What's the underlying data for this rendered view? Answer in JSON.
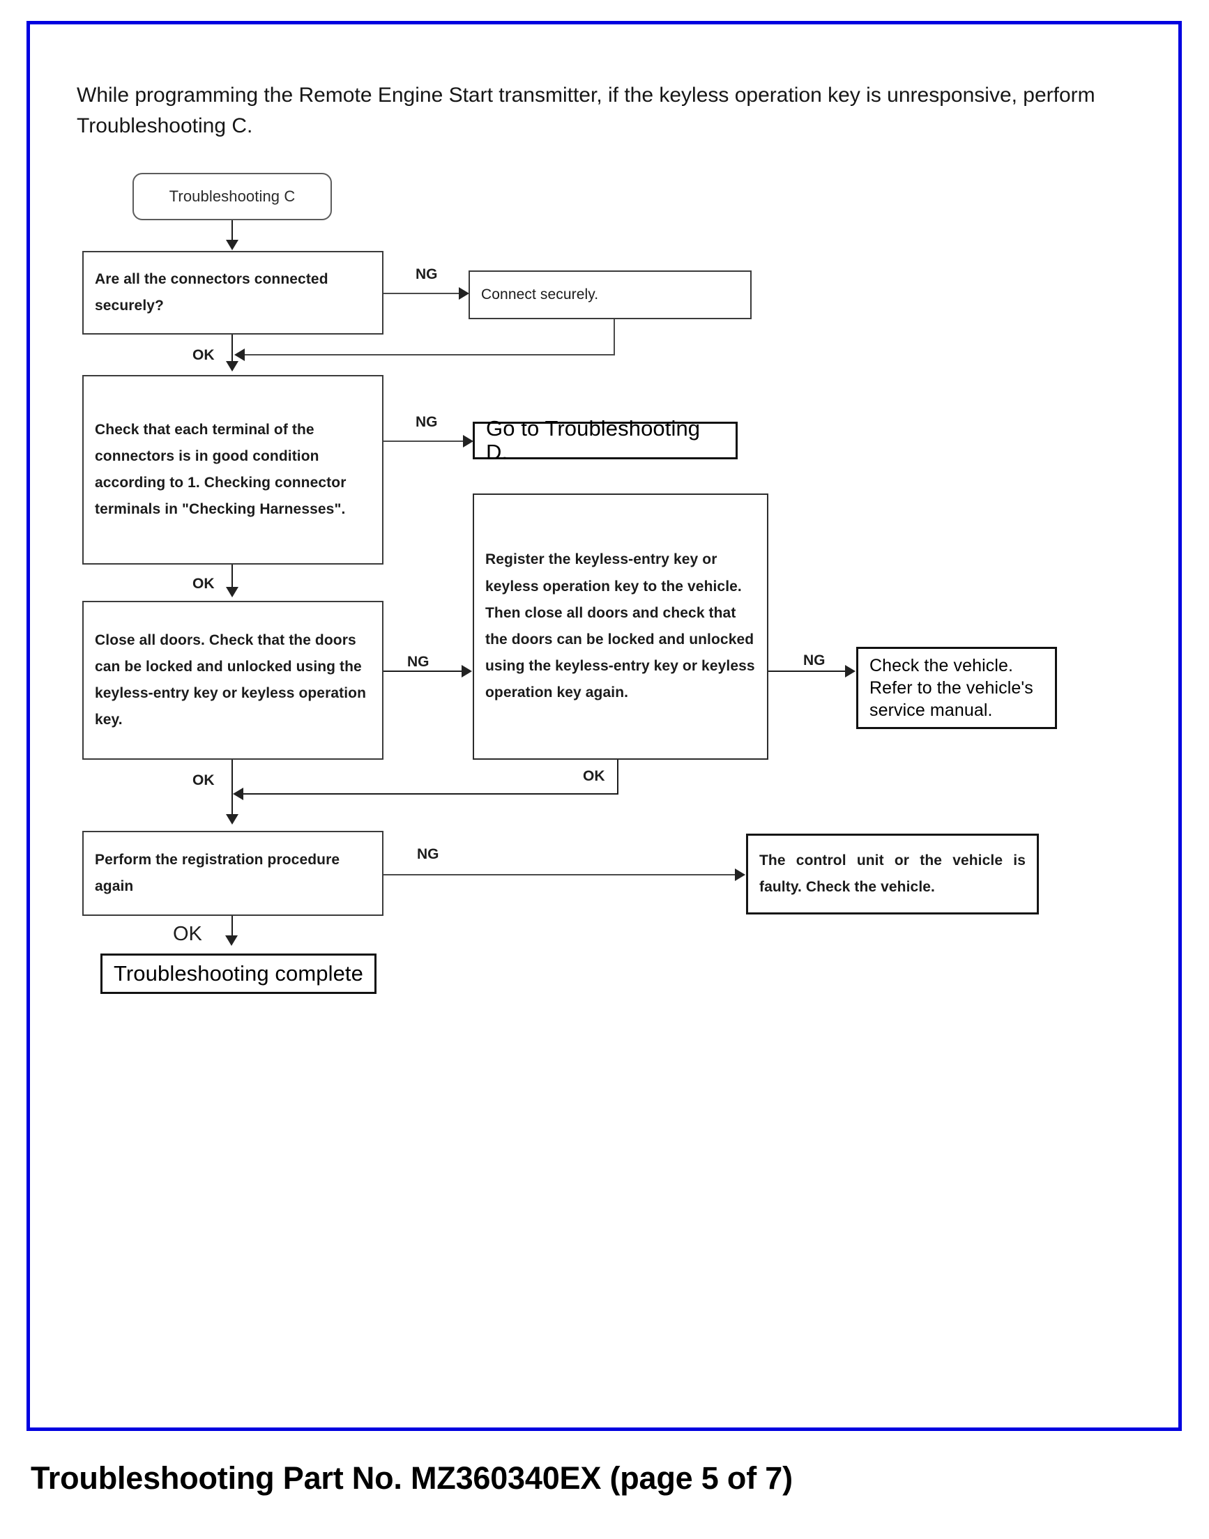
{
  "document": {
    "intro_text": "While programming the Remote Engine Start transmitter, if the keyless operation key is unresponsive, perform Troubleshooting C.",
    "footer_caption": "Troubleshooting Part No. MZ360340EX (page 5 of 7)",
    "frame_color": "#0000e0"
  },
  "flowchart": {
    "title": "Troubleshooting C",
    "nodes": {
      "start": "Troubleshooting C",
      "connectors_check": "Are all the connectors connected securely?",
      "connect_securely": "Connect securely.",
      "terminals_check": "Check that each terminal of the connectors is in good condition according to 1. Checking connector terminals in \"Checking Harnesses\".",
      "goto_d": "Go to Troubleshooting D.",
      "doors_check": "Close all doors. Check that the doors can be locked and unlocked using the keyless-entry key or keyless operation key.",
      "register_key": "Register the keyless-entry key or keyless operation key to the vehicle. Then close all doors and check that the doors can be locked and unlocked using the keyless-entry key or keyless operation key again.",
      "check_vehicle": "Check the vehicle. Refer to the vehicle's service manual.",
      "perform_again": "Perform the registration procedure again",
      "faulty_unit": "The control unit or the vehicle is faulty. Check the vehicle.",
      "complete": "Troubleshooting complete"
    },
    "edge_labels": {
      "ng_connectors": "NG",
      "ok_connectors": "OK",
      "ng_terminals": "NG",
      "ok_terminals": "OK",
      "ng_doors": "NG",
      "ok_doors": "OK",
      "ng_register": "NG",
      "ok_register": "OK",
      "ng_perform": "NG",
      "ok_perform": "OK"
    }
  }
}
